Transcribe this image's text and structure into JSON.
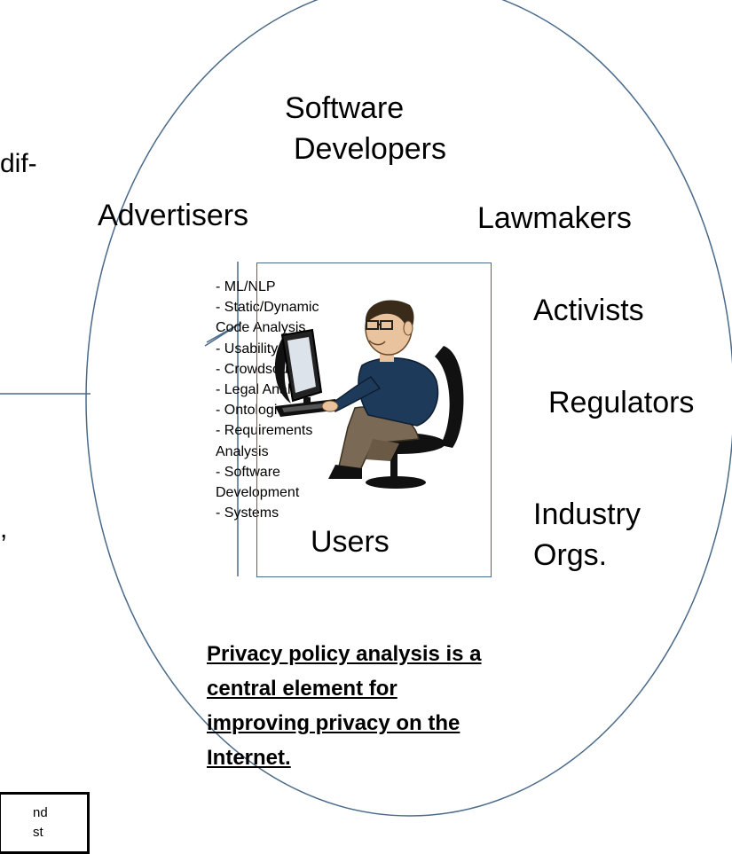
{
  "fragments": {
    "dif": "dif-",
    "comma": ","
  },
  "stakeholders": {
    "software_developers": [
      "Software",
      "Developers"
    ],
    "advertisers": "Advertisers",
    "lawmakers": "Lawmakers",
    "activists": "Activists",
    "regulators": "Regulators",
    "industry_orgs": [
      "Industry",
      "Orgs."
    ]
  },
  "methods": [
    "- ML/NLP",
    "- Static/Dynamic",
    "Code Analysis",
    "- Usability",
    "- Crowdsourcing",
    "- Legal Analysis",
    "- Ontologies",
    "- Requirements",
    "Analysis",
    "- Software",
    "Development",
    "- Systems"
  ],
  "users_label": "Users",
  "caption": [
    "Privacy policy analysis is a",
    "central element for",
    "improving privacy on the",
    "Internet."
  ],
  "snippet": [
    "nd",
    "st"
  ],
  "colors": {
    "circle_stroke": "#4a6a8a",
    "shirt": "#1e3a5a",
    "pants": "#7a6a55"
  },
  "icons": [
    "user-at-computer-icon"
  ]
}
